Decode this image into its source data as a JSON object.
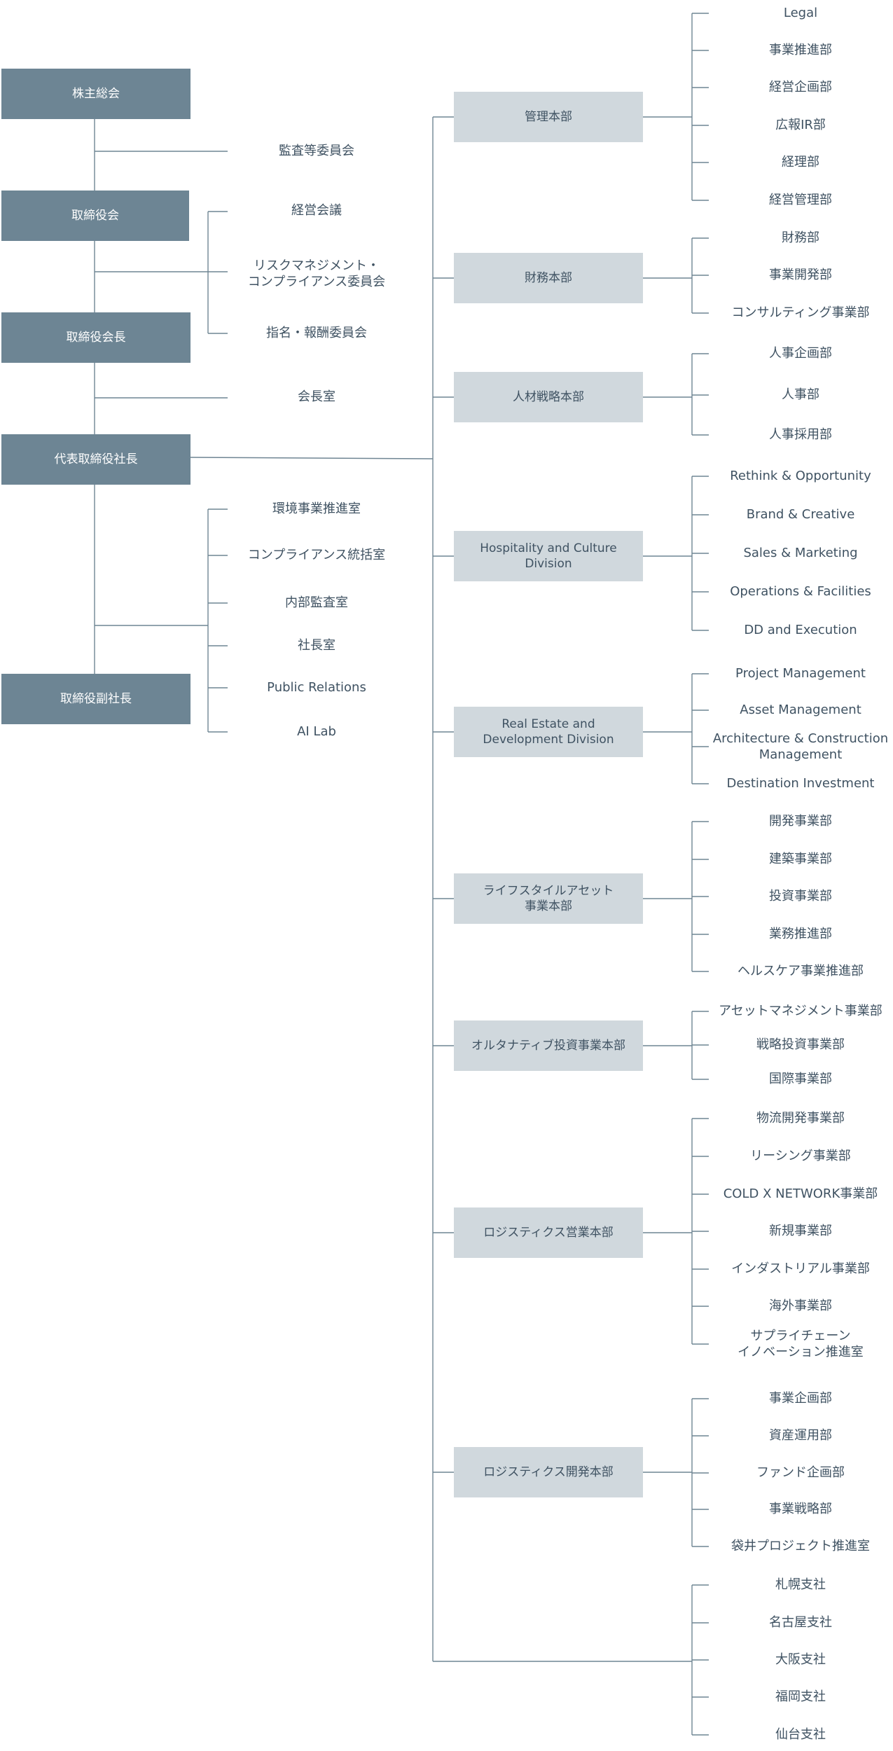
{
  "left_column": [
    {
      "id": "shareholders",
      "label": "株主総会"
    },
    {
      "id": "board",
      "label": "取締役会"
    },
    {
      "id": "chairman",
      "label": "取締役会長"
    },
    {
      "id": "ceo",
      "label": "代表取締役社長"
    },
    {
      "id": "vp",
      "label": "取締役副社長"
    }
  ],
  "middle_labels": [
    {
      "id": "audit-committee",
      "label": "監査等委員会"
    },
    {
      "id": "management-meeting",
      "label": "経営会議"
    },
    {
      "id": "risk-committee",
      "label": "リスクマネジメント・\nコンプライアンス委員会"
    },
    {
      "id": "nomination-committee",
      "label": "指名・報酬委員会"
    },
    {
      "id": "chairman-office",
      "label": "会長室"
    },
    {
      "id": "env-office",
      "label": "環境事業推進室"
    },
    {
      "id": "compliance-office",
      "label": "コンプライアンス統括室"
    },
    {
      "id": "internal-audit",
      "label": "内部監査室"
    },
    {
      "id": "president-office",
      "label": "社長室"
    },
    {
      "id": "public-relations",
      "label": "Public Relations"
    },
    {
      "id": "ai-lab",
      "label": "AI Lab"
    }
  ],
  "divisions": [
    {
      "label": "管理本部",
      "departments": [
        "Legal",
        "事業推進部",
        "経営企画部",
        "広報IR部",
        "経理部",
        "経営管理部"
      ]
    },
    {
      "label": "財務本部",
      "departments": [
        "財務部",
        "事業開発部",
        "コンサルティング事業部"
      ]
    },
    {
      "label": "人材戦略本部",
      "departments": [
        "人事企画部",
        "人事部",
        "人事採用部"
      ]
    },
    {
      "label": "Hospitality and Culture\nDivision",
      "departments": [
        "Rethink & Opportunity",
        "Brand & Creative",
        "Sales & Marketing",
        "Operations & Facilities",
        "DD and Execution"
      ]
    },
    {
      "label": "Real Estate and\nDevelopment Division",
      "departments": [
        "Project Management",
        "Asset Management",
        "Architecture & Construction\nManagement",
        "Destination Investment"
      ]
    },
    {
      "label": "ライフスタイルアセット\n事業本部",
      "departments": [
        "開発事業部",
        "建築事業部",
        "投資事業部",
        "業務推進部",
        "ヘルスケア事業推進部"
      ]
    },
    {
      "label": "オルタナティブ投資事業本部",
      "departments": [
        "アセットマネジメント事業部",
        "戦略投資事業部",
        "国際事業部"
      ]
    },
    {
      "label": "ロジスティクス営業本部",
      "departments": [
        "物流開発事業部",
        "リーシング事業部",
        "COLD X NETWORK事業部",
        "新規事業部",
        "インダストリアル事業部",
        "海外事業部",
        "サプライチェーン\nイノベーション推進室"
      ]
    },
    {
      "label": "ロジスティクス開発本部",
      "departments": [
        "事業企画部",
        "資産運用部",
        "ファンド企画部",
        "事業戦略部",
        "袋井プロジェクト推進室"
      ]
    }
  ],
  "branches": [
    "札幌支社",
    "名古屋支社",
    "大阪支社",
    "福岡支社",
    "仙台支社"
  ],
  "colors": {
    "dark_box": "#6d8594",
    "light_box": "#d0d8dd",
    "line": "#6f8593",
    "text": "#3f5262"
  }
}
